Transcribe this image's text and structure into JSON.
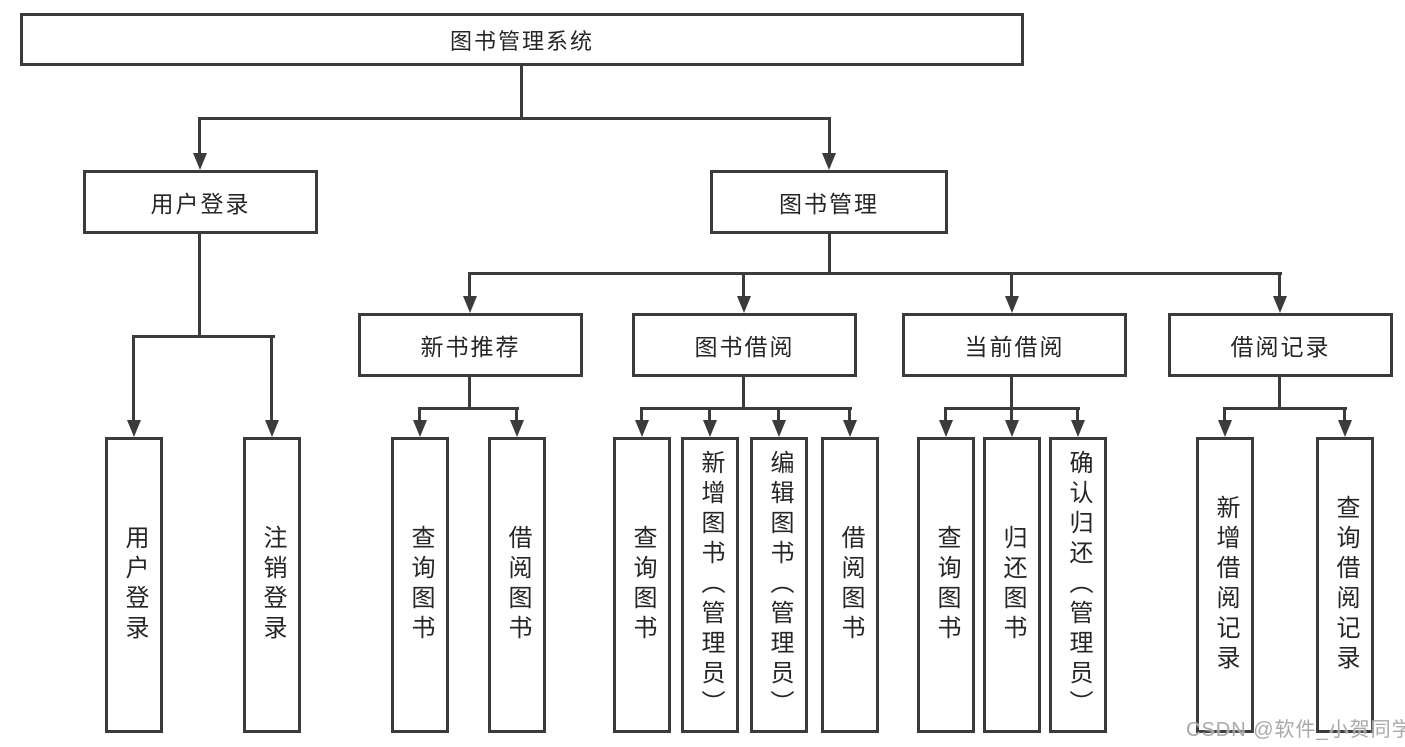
{
  "tree": {
    "label": "图书管理系统",
    "children": [
      {
        "label": "用户登录",
        "children": [
          {
            "label": "用户登录"
          },
          {
            "label": "注销登录"
          }
        ]
      },
      {
        "label": "图书管理",
        "children": [
          {
            "label": "新书推荐",
            "children": [
              {
                "label": "查询图书"
              },
              {
                "label": "借阅图书"
              }
            ]
          },
          {
            "label": "图书借阅",
            "children": [
              {
                "label": "查询图书"
              },
              {
                "label": "新增图书（管理员）"
              },
              {
                "label": "编辑图书（管理员）"
              },
              {
                "label": "借阅图书"
              }
            ]
          },
          {
            "label": "当前借阅",
            "children": [
              {
                "label": "查询图书"
              },
              {
                "label": "归还图书"
              },
              {
                "label": "确认归还（管理员）"
              }
            ]
          },
          {
            "label": "借阅记录",
            "children": [
              {
                "label": "新增借阅记录"
              },
              {
                "label": "查询借阅记录"
              }
            ]
          }
        ]
      }
    ]
  },
  "watermark": {
    "text": "CSDN @软件_小贺同学"
  },
  "colors": {
    "line": "#3b3b3b",
    "text": "#262626",
    "background": "#ffffff",
    "watermark": "#a9a9a9"
  }
}
